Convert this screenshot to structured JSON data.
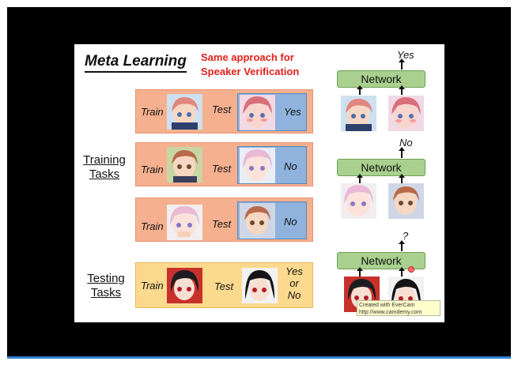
{
  "slide": {
    "title": "Meta Learning",
    "subtitle": "Same approach for Speaker Verification",
    "training_label_line1": "Training",
    "training_label_line2": "Tasks",
    "testing_label_line1": "Testing",
    "testing_label_line2": "Tasks"
  },
  "tasks": [
    {
      "train": "Train",
      "test": "Test",
      "answer": "Yes"
    },
    {
      "train": "Train",
      "test": "Test",
      "answer": "No"
    },
    {
      "train": "Train",
      "test": "Test",
      "answer": "No"
    },
    {
      "train": "Train",
      "test": "Test",
      "answer_lines": [
        "Yes",
        "or",
        "No"
      ]
    }
  ],
  "networks": [
    {
      "label": "Network",
      "output": "Yes"
    },
    {
      "label": "Network",
      "output": "No"
    },
    {
      "label": "Network",
      "output": "?"
    }
  ],
  "watermark": {
    "line1": "Created with EverCam",
    "line2": "http://www.camdemy.com"
  },
  "colors": {
    "subtitle": "#e0201b",
    "train_box": "#f5b08f",
    "test_box": "#fbd98e",
    "query_box": "#8fb3dc",
    "network_box": "#a9d08e",
    "progress_bar": "#2f7fd0"
  },
  "icons": [
    "anime-face-pink-hair",
    "anime-face-brown-hair",
    "anime-face-black-hair",
    "cursor-highlight"
  ]
}
